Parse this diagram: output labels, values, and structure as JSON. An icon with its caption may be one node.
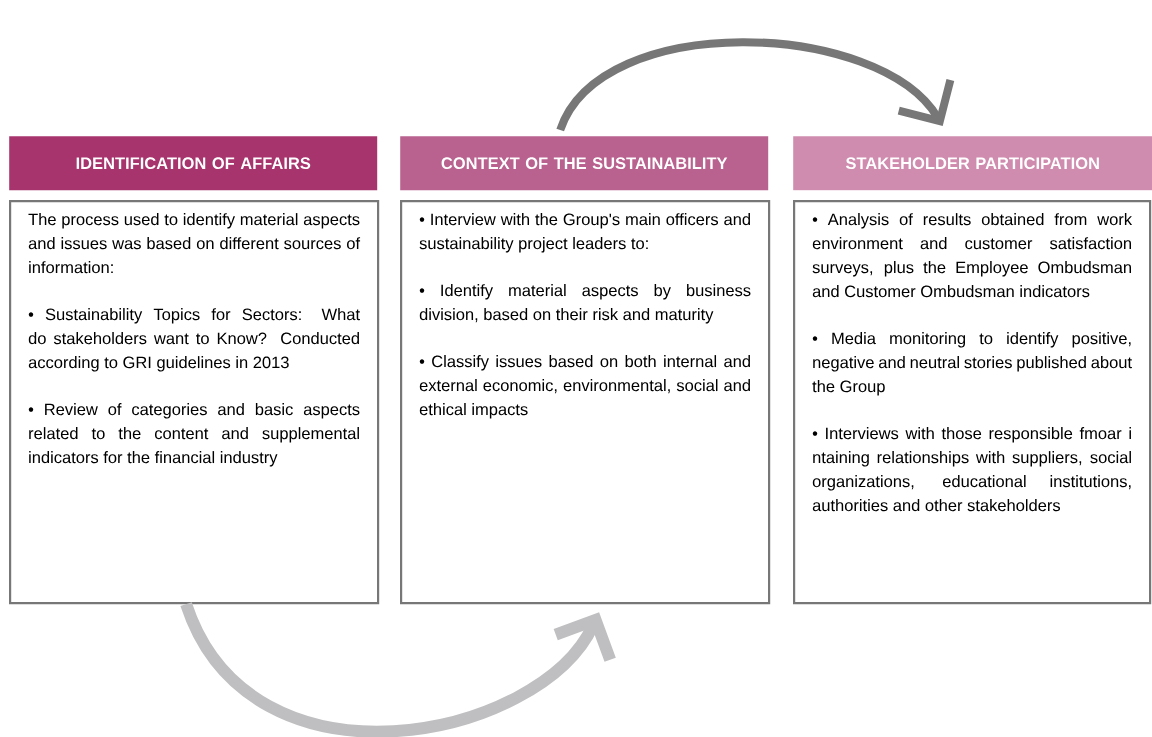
{
  "diagram": {
    "nodes": [
      {
        "text": [
          "IDENTIFICATION OF AFFAIRS"
        ]
      },
      {
        "text": [
          "CONTEXT OF THE SUSTAINABILITY"
        ]
      },
      {
        "text": [
          "STAKEHOLDER PARTICIPATION"
        ]
      },
      {
        "text": [
          "The process used to identify material aspects and issues was based on different sources of information:",
          "• Sustainability Topics for Sectors: What do stakeholders want to Know? Conducted according to GRI guidelines in 2013",
          "• Review of categories and basic aspects related to the content and supplemental indicators for the financial industry"
        ]
      },
      {
        "text": [
          "• Interview with the Group's main officers and sustainability project leaders to:",
          "• Identify material aspects by business division, based on their risk and maturity",
          "• Classify issues based on both internal and external economic, environmental, social and ethical impacts"
        ]
      },
      {
        "text": [
          "• Analysis of results obtained from work environment and customer satisfaction surveys, plus the Employee Ombudsman and Customer Ombudsman indicators",
          "• Media monitoring to identify positive, negative and neutral stories published about the Group",
          "• Interviews with those responsible fmoar i ntaining relationships with suppliers, social organizations, educational institutions, authorities and other stakeholders"
        ]
      }
    ],
    "edges": [
      {
        "from": 1,
        "to": 2,
        "arrow": "to",
        "color": "#777777"
      },
      {
        "from": 3,
        "to": 4,
        "arrow": "to",
        "color": "#bfbfc1"
      }
    ]
  }
}
